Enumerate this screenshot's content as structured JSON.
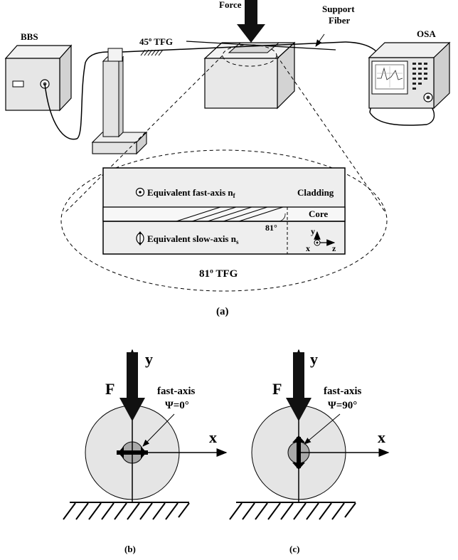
{
  "setup": {
    "force_label": "Force",
    "support_fiber_line1": "Support",
    "support_fiber_line2": "Fiber",
    "bbs_label": "BBS",
    "osa_label": "OSA",
    "tfg45_label": "45º TFG"
  },
  "inset": {
    "fast_axis_text": "Equivalent fast-axis n",
    "fast_axis_sub": "f",
    "slow_axis_text": "Equivalent slow-axis n",
    "slow_axis_sub": "s",
    "cladding_label": "Cladding",
    "core_label": "Core",
    "angle_label": "81°",
    "axis_y": "y",
    "axis_x": "x",
    "axis_z": "z",
    "caption": "81º TFG"
  },
  "captions": {
    "a": "(a)",
    "b": "(b)",
    "c": "(c)"
  },
  "panel_b": {
    "force": "F",
    "y": "y",
    "x": "x",
    "axis_name": "fast-axis",
    "angle": "Ψ=0°"
  },
  "panel_c": {
    "force": "F",
    "y": "y",
    "x": "x",
    "axis_name": "fast-axis",
    "angle": "Ψ=90°"
  }
}
